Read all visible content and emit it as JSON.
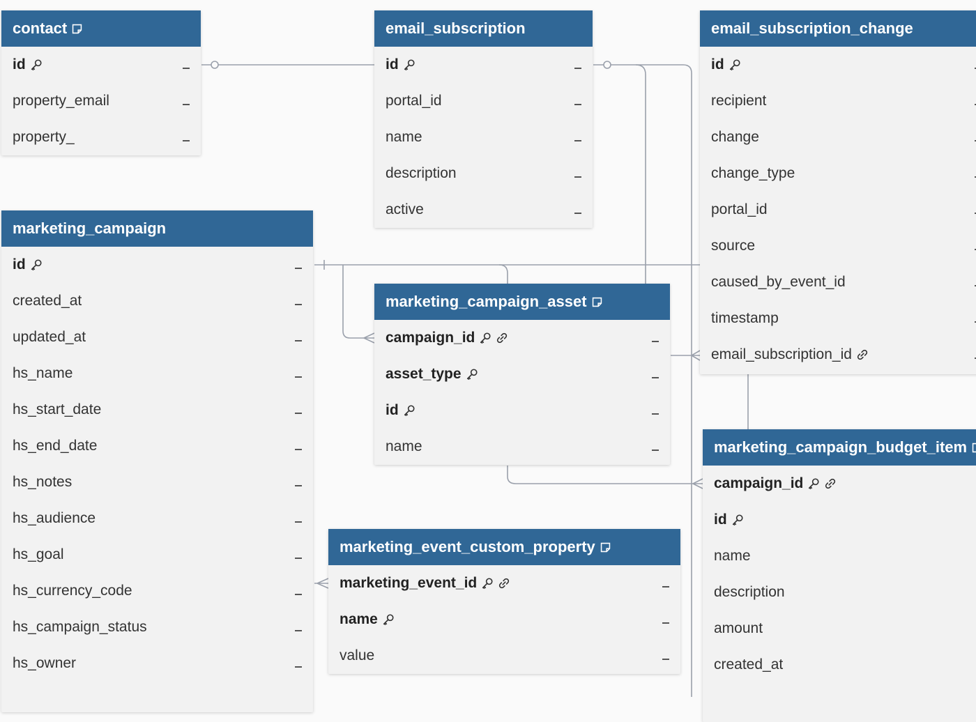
{
  "tables": {
    "contact": {
      "name": "contact",
      "rows": [
        "id",
        "property_email",
        "property_"
      ]
    },
    "email_subscription": {
      "name": "email_subscription",
      "rows": [
        "id",
        "portal_id",
        "name",
        "description",
        "active"
      ]
    },
    "email_subscription_change": {
      "name": "email_subscription_change",
      "rows": [
        "id",
        "recipient",
        "change",
        "change_type",
        "portal_id",
        "source",
        "caused_by_event_id",
        "timestamp",
        "email_subscription_id"
      ]
    },
    "marketing_campaign": {
      "name": "marketing_campaign",
      "rows": [
        "id",
        "created_at",
        "updated_at",
        "hs_name",
        "hs_start_date",
        "hs_end_date",
        "hs_notes",
        "hs_audience",
        "hs_goal",
        "hs_currency_code",
        "hs_campaign_status",
        "hs_owner"
      ]
    },
    "marketing_campaign_asset": {
      "name": "marketing_campaign_asset",
      "rows": [
        "campaign_id",
        "asset_type",
        "id",
        "name"
      ]
    },
    "marketing_campaign_budget_item": {
      "name": "marketing_campaign_budget_item",
      "rows": [
        "campaign_id",
        "id",
        "name",
        "description",
        "amount",
        "created_at"
      ]
    },
    "marketing_event_custom_property": {
      "name": "marketing_event_custom_property",
      "rows": [
        "marketing_event_id",
        "name",
        "value"
      ]
    }
  },
  "icons": {
    "key": "key-icon",
    "link": "link-icon",
    "note": "note-icon"
  },
  "colors": {
    "header": "#306796",
    "body": "#f2f2f2",
    "edge": "#9aa0ab",
    "background": "#fafafa"
  }
}
